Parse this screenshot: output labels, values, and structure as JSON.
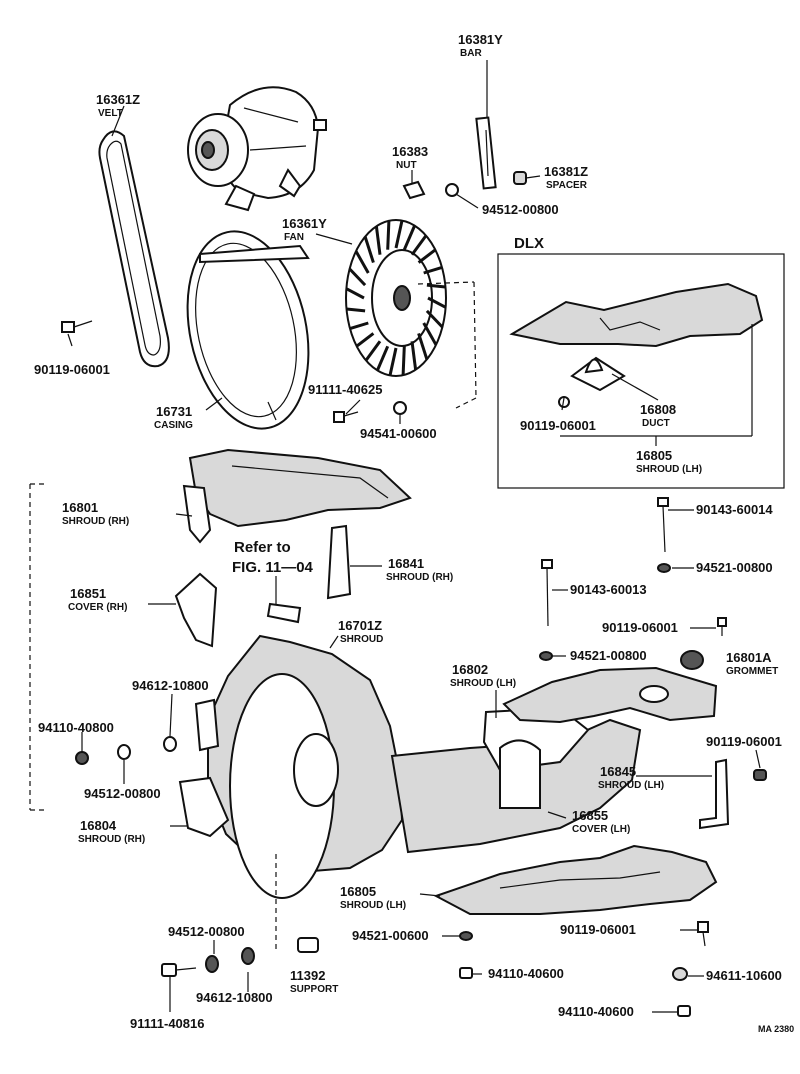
{
  "labels": {
    "bar": {
      "num": "16381Y",
      "name": "BAR"
    },
    "velt": {
      "num": "16361Z",
      "name": "VELT"
    },
    "nut": {
      "num": "16383",
      "name": "NUT"
    },
    "spacer": {
      "num": "16381Z",
      "name": "SPACER"
    },
    "washer_94512_top": {
      "num": "94512-00800"
    },
    "fan": {
      "num": "16361Y",
      "name": "FAN"
    },
    "bolt_90119_left": {
      "num": "90119-06001"
    },
    "bolt_91111_40625": {
      "num": "91111-40625"
    },
    "casing": {
      "num": "16731",
      "name": "CASING"
    },
    "washer_94541": {
      "num": "94541-00600"
    },
    "dlx_title": "DLX",
    "dlx_bolt": {
      "num": "90119-06001"
    },
    "duct": {
      "num": "16808",
      "name": "DUCT"
    },
    "dlx_shroud": {
      "num": "16805",
      "name": "SHROUD (LH)"
    },
    "shroud_rh_top": {
      "num": "16801",
      "name": "SHROUD (RH)"
    },
    "refer_line1": "Refer to",
    "refer_line2": "FIG. 11—04",
    "shroud_rh_16841": {
      "num": "16841",
      "name": "SHROUD (RH)"
    },
    "bolt_90143_60014": {
      "num": "90143-60014"
    },
    "washer_94521_right": {
      "num": "94521-00800"
    },
    "cover_rh": {
      "num": "16851",
      "name": "COVER (RH)"
    },
    "bolt_90143_60013": {
      "num": "90143-60013"
    },
    "shroud_main": {
      "num": "16701Z",
      "name": "SHROUD"
    },
    "bolt_90119_mid": {
      "num": "90119-06001"
    },
    "washer_94521_mid": {
      "num": "94521-00800"
    },
    "grommet": {
      "num": "16801A",
      "name": "GROMMET"
    },
    "washer_94612_top": {
      "num": "94612-10800"
    },
    "shroud_lh_16802": {
      "num": "16802",
      "name": "SHROUD (LH)"
    },
    "nut_94110_40800": {
      "num": "94110-40800"
    },
    "bolt_90119_right": {
      "num": "90119-06001"
    },
    "washer_94512_left": {
      "num": "94512-00800"
    },
    "shroud_lh_16845": {
      "num": "16845",
      "name": "SHROUD (LH)"
    },
    "shroud_rh_16804": {
      "num": "16804",
      "name": "SHROUD (RH)"
    },
    "cover_lh": {
      "num": "16855",
      "name": "COVER (LH)"
    },
    "shroud_lh_16805": {
      "num": "16805",
      "name": "SHROUD (LH)"
    },
    "washer_94512_bottom": {
      "num": "94512-00800"
    },
    "washer_94521_bottom": {
      "num": "94521-00600"
    },
    "bolt_90119_bottom": {
      "num": "90119-06001"
    },
    "support": {
      "num": "11392",
      "name": "SUPPORT"
    },
    "nut_94110_40600_a": {
      "num": "94110-40600"
    },
    "nut_94611": {
      "num": "94611-10600"
    },
    "washer_94612_bottom": {
      "num": "94612-10800"
    },
    "bolt_91111_40816": {
      "num": "91111-40816"
    },
    "nut_94110_40600_b": {
      "num": "94110-40600"
    },
    "drawing_code": "MA 2380"
  }
}
